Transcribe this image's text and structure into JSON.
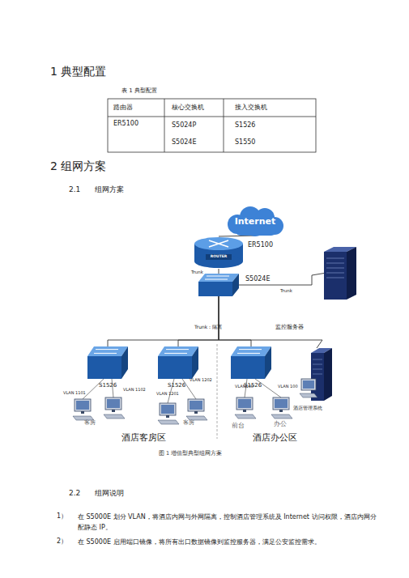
{
  "diagram": {
    "caption": "图 1 增值型典型组网方案",
    "nodes": [
      {
        "text": [
          "Internet"
        ]
      },
      {
        "text": [
          "ROUTER",
          "ER5100"
        ]
      },
      {
        "text": [
          "S5024E"
        ]
      },
      {
        "text": [
          "监控服务器"
        ]
      },
      {
        "text": [
          "S1526"
        ]
      },
      {
        "text": [
          "S1526"
        ]
      },
      {
        "text": [
          "S1526"
        ]
      },
      {
        "text": [
          "酒店管理系统"
        ]
      }
    ],
    "edges": [
      {
        "from": 0,
        "to": 1,
        "arrow": "none"
      },
      {
        "from": 1,
        "to": 2,
        "arrow": "none",
        "label": "Trunk"
      },
      {
        "from": 2,
        "to": 3,
        "arrow": "none",
        "label": "Trunk"
      },
      {
        "from": 2,
        "to": 4,
        "arrow": "none"
      },
      {
        "from": 2,
        "to": 5,
        "arrow": "none"
      },
      {
        "from": 2,
        "to": 6,
        "arrow": "none"
      },
      {
        "from": 2,
        "to": 7,
        "arrow": "none"
      }
    ],
    "labels": [
      "1 典型配置",
      "表 1 典型配置",
      "路由器",
      "核心交换机",
      "接入交换机",
      "ER5100",
      "S5024P",
      "S5024E",
      "S1526",
      "S1550",
      "2 组网方案",
      "2.1",
      "组网方案",
      "Trunk：隔离",
      "VLAN 1101",
      "VLAN 1102",
      "VLAN 1201",
      "VLAN 1202",
      "VLAN100",
      "VLAN 100",
      "客房",
      "客房",
      "前台",
      "办公",
      "酒店客房区",
      "酒店办公区",
      "2.2",
      "组网说明",
      "1）",
      "在 S5000E 划分 VLAN，将酒店内网与外网隔离，控制酒店管理系统及 Internet 访问权限，酒店内网分配静态 IP。",
      "2）",
      "在 S5000E 启用端口镜像，将所有出口数据镜像到监控服务器，满足公安监控需求。"
    ]
  }
}
